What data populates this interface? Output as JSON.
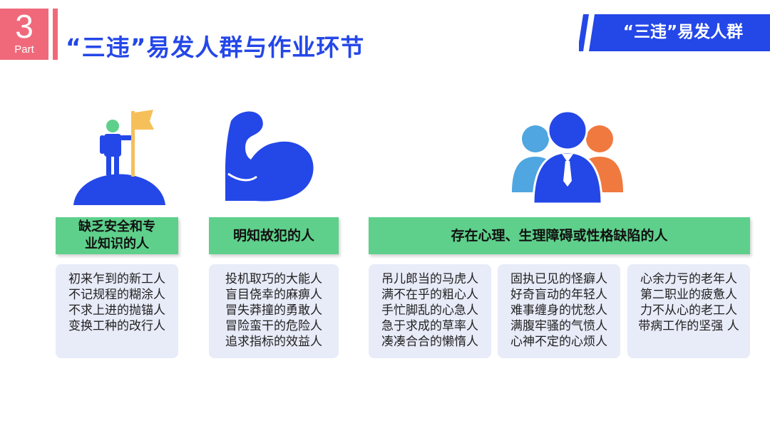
{
  "header": {
    "part_number": "3",
    "part_word": "Part",
    "title": "“三违”易发人群与作业环节",
    "tag": "“三违”易发人群"
  },
  "colors": {
    "accent_blue": "#2447e8",
    "accent_pink": "#f0697a",
    "green": "#5ed08b",
    "card_bg": "#e8ebf8",
    "orange": "#f0793f",
    "light_blue": "#4fa6e0",
    "flag_yellow": "#f5c05a"
  },
  "groups": [
    {
      "icon": "summit-flag-icon",
      "label_lines": [
        "缺乏安全和专",
        "业知识的人"
      ],
      "cards": [
        [
          "初来乍到的新工人",
          "不记规程的糊涂人",
          "不求上进的抛锚人",
          "变换工种的改行人"
        ]
      ]
    },
    {
      "icon": "flexed-arm-icon",
      "label_lines": [
        "明知故犯的人"
      ],
      "cards": [
        [
          "投机取巧的大能人",
          "盲目侥幸的麻痹人",
          "冒失莽撞的勇敢人",
          "冒险蛮干的危险人",
          "追求指标的效益人"
        ]
      ]
    },
    {
      "icon": "people-group-icon",
      "label_lines": [
        "存在心理、生理障碍或性格缺陷的人"
      ],
      "cards": [
        [
          "吊儿郎当的马虎人",
          "满不在乎的粗心人",
          "手忙脚乱的心急人",
          "急于求成的草率人",
          "凑凑合合的懒惰人"
        ],
        [
          "固执已见的怪癖人",
          "好奇盲动的年轻人",
          "难事缠身的忧愁人",
          "满腹牢骚的气愤人",
          "心神不定的心烦人"
        ],
        [
          "心余力亏的老年人",
          "第二职业的疲惫人",
          "力不从心的老工人",
          "带病工作的坚强 人"
        ]
      ]
    }
  ]
}
